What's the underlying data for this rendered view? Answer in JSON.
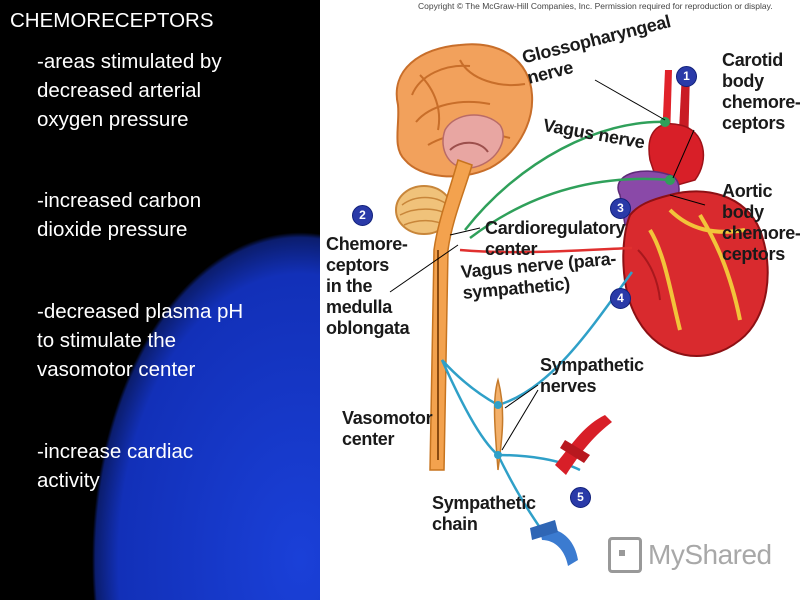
{
  "slide": {
    "heading": "CHEMORECEPTORS",
    "bullets": [
      "-areas stimulated by\ndecreased arterial\noxygen pressure",
      "-increased carbon\ndioxide pressure",
      "-decreased plasma pH\nto stimulate the\nvasomotor center",
      "-increase cardiac\nactivity"
    ]
  },
  "diagram": {
    "copyright": "Copyright © The McGraw-Hill Companies, Inc. Permission required for reproduction or display.",
    "labels": {
      "glossopharyngeal": "Glossopharyngeal\nnerve",
      "vagus": "Vagus nerve",
      "carotid": "Carotid\nbody\nchemore-\nceptors",
      "aortic": "Aortic\nbody\nchemore-\nceptors",
      "medulla": "Chemore-\nceptors\nin the\nmedulla\noblongata",
      "cardioregulatory": "Cardioregulatory\ncenter",
      "vagus_para": "Vagus nerve (para-\nsympathetic)",
      "sympathetic_nerves": "Sympathetic\nnerves",
      "vasomotor": "Vasomotor\ncenter",
      "sympathetic_chain": "Sympathetic\nchain"
    },
    "steps": [
      "1",
      "2",
      "3",
      "4",
      "5"
    ],
    "watermark": {
      "prefix": "My",
      "suffix": "Shared"
    }
  }
}
